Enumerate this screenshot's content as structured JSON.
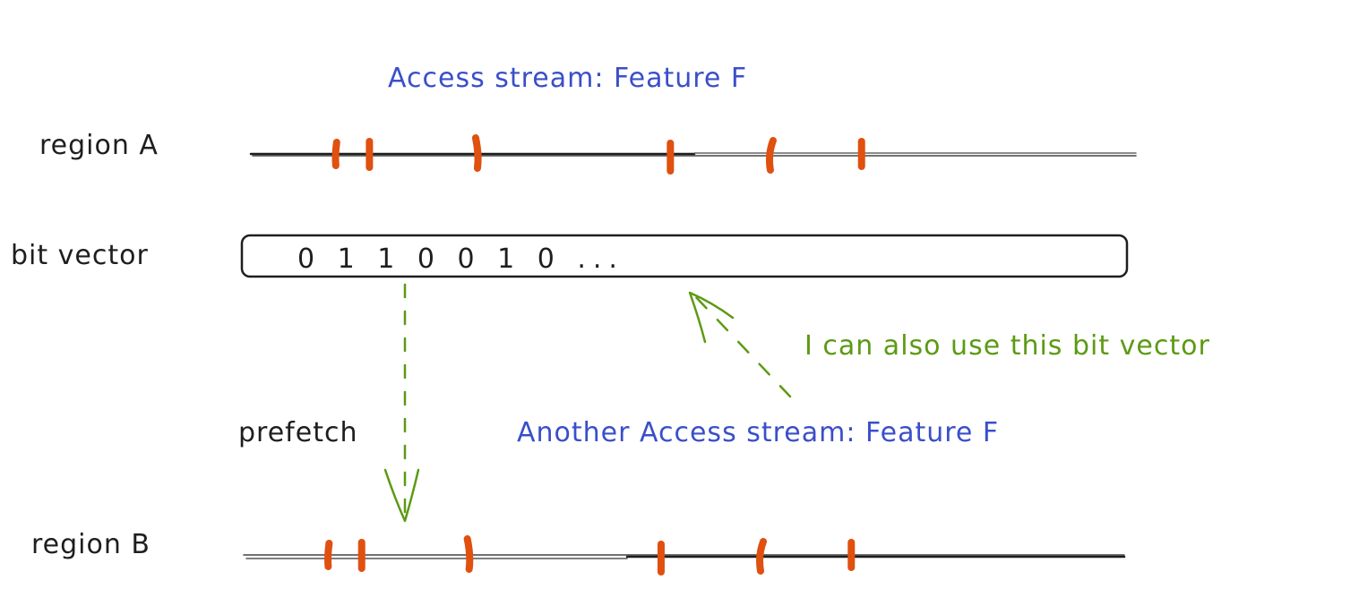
{
  "colors": {
    "stroke": "#1e1e1e",
    "access_mark": "#e0500f",
    "stream_label": "#3a4fc9",
    "prefetch_arrow": "#5c9a14",
    "annotation": "#5c9a14"
  },
  "labels": {
    "stream_a_title": "Access stream: Feature F",
    "region_a": "region A",
    "bit_vector": "bit vector",
    "bit_vector_value": "0 1 1 0 0 1 0 ...",
    "prefetch": "prefetch",
    "reuse_note": "I can also use this bit vector",
    "stream_b_title": "Another Access stream: Feature F",
    "region_b": "region B"
  },
  "regions": [
    {
      "name": "region A",
      "access_offsets": [
        0.096,
        0.134,
        0.256,
        0.474,
        0.587,
        0.69
      ]
    },
    {
      "name": "region B",
      "access_offsets": [
        0.096,
        0.134,
        0.256,
        0.474,
        0.587,
        0.69
      ]
    }
  ],
  "bit_vector": {
    "bits": [
      0,
      1,
      1,
      0,
      0,
      1,
      0
    ],
    "truncated": true
  }
}
